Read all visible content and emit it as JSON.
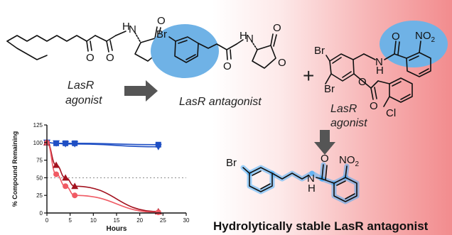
{
  "labels": {
    "agonist1_line1": "LasR",
    "agonist1_line2": "agonist",
    "antagonist": "LasR antagonist",
    "plus": "+",
    "agonist2_line1": "LasR",
    "agonist2_line2": "agonist",
    "caption": "Hydrolytically stable LasR antagonist"
  },
  "atoms": {
    "O": "O",
    "N": "N",
    "H": "H",
    "Br": "Br",
    "Cl": "Cl",
    "NO2": "NO",
    "sub2": "2"
  },
  "colors": {
    "blue_highlight": "#6fb2e6",
    "glow": "#29a3ff",
    "arrow": "#555555",
    "series_blue": "#1f4fc4",
    "series_dark_red": "#a3121f",
    "series_light_red": "#f05a64"
  },
  "chart_data": {
    "type": "line",
    "xlabel": "Hours",
    "ylabel": "% Compound Remaining",
    "xlim": [
      0,
      30
    ],
    "ylim": [
      0,
      125
    ],
    "xticks": [
      0,
      5,
      10,
      15,
      20,
      25,
      30
    ],
    "yticks": [
      0,
      25,
      50,
      75,
      100,
      125
    ],
    "reference_line": 50,
    "series": [
      {
        "color": "#1f4fc4",
        "marker": "square",
        "x": [
          0,
          2,
          4,
          6,
          24
        ],
        "y": [
          100,
          99,
          99,
          99,
          97
        ]
      },
      {
        "color": "#1f4fc4",
        "marker": "triangle-down",
        "x": [
          0,
          2,
          4,
          6,
          24
        ],
        "y": [
          100,
          99,
          98,
          98,
          94
        ]
      },
      {
        "color": "#a3121f",
        "marker": "triangle",
        "x": [
          0,
          2,
          4,
          6,
          24
        ],
        "y": [
          100,
          68,
          50,
          38,
          2
        ]
      },
      {
        "color": "#f05a64",
        "marker": "circle",
        "x": [
          0,
          2,
          4,
          6,
          24
        ],
        "y": [
          100,
          55,
          38,
          25,
          1
        ]
      }
    ]
  }
}
